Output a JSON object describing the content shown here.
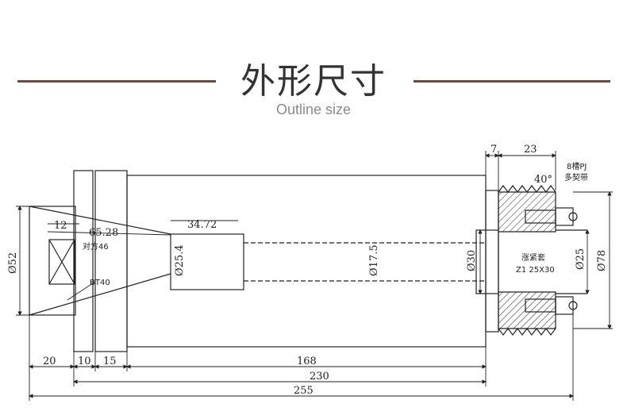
{
  "header": {
    "title": "外形尺寸",
    "subtitle": "Outline size"
  },
  "dimensions": {
    "d7": "7",
    "d23": "23",
    "angle": "40°",
    "belt1": "8槽PJ",
    "belt2": "多契带",
    "d12": "12",
    "d65": "65.28",
    "d3472": "34.72",
    "flat": "对方46",
    "taper": "BT40",
    "phi52": "Ø52",
    "phi254": "Ø25.4",
    "phi175": "Ø17.5",
    "phi30": "Ø30",
    "sleeve1": "涨紧套",
    "sleeve2": "Z1 25X30",
    "phi25": "Ø25",
    "phi78": "Ø78",
    "b20": "20",
    "b10": "10",
    "b15": "15",
    "b168": "168",
    "b230": "230",
    "b255": "255"
  }
}
